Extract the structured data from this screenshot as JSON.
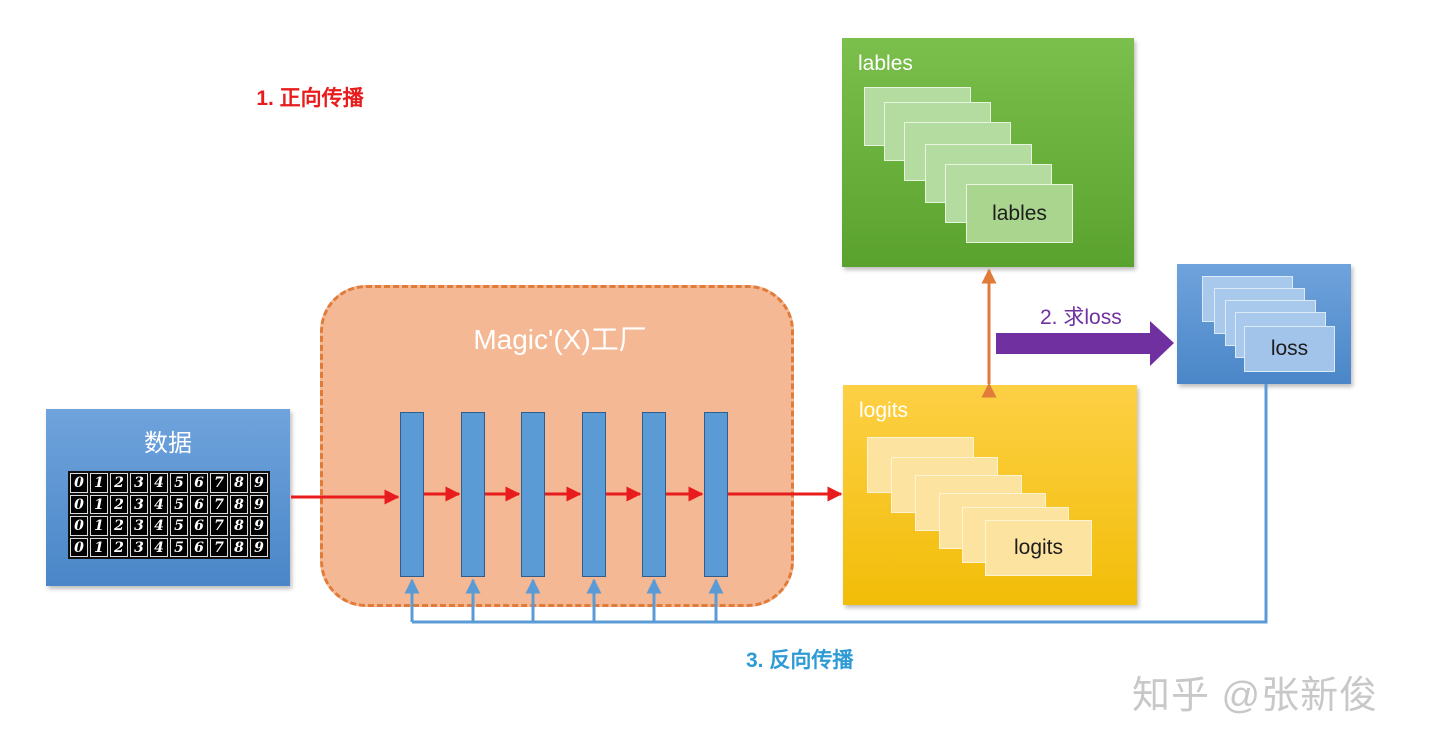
{
  "data_block": {
    "title": "数据",
    "digit_rows": [
      [
        "0",
        "1",
        "2",
        "3",
        "4",
        "5",
        "6",
        "7",
        "8",
        "9"
      ],
      [
        "0",
        "1",
        "2",
        "3",
        "4",
        "5",
        "6",
        "7",
        "8",
        "9"
      ],
      [
        "0",
        "1",
        "2",
        "3",
        "4",
        "5",
        "6",
        "7",
        "8",
        "9"
      ],
      [
        "0",
        "1",
        "2",
        "3",
        "4",
        "5",
        "6",
        "7",
        "8",
        "9"
      ]
    ]
  },
  "factory": {
    "title": "Magic'(X)工厂",
    "forward_label": "1. 正向传播"
  },
  "labels_panel": {
    "title": "lables",
    "card_text": "lables"
  },
  "logits_panel": {
    "title": "logits",
    "card_text": "logits"
  },
  "loss_panel": {
    "card_text": "loss"
  },
  "compute_loss_label": "2. 求loss",
  "backward_label": "3. 反向传播",
  "watermark": "知乎 @张新俊",
  "colors": {
    "forward_arrow": "#e81c1c",
    "backward_line": "#5b9bd5",
    "loss_arrow": "#7030a0",
    "link_arrow": "#e07b39"
  }
}
